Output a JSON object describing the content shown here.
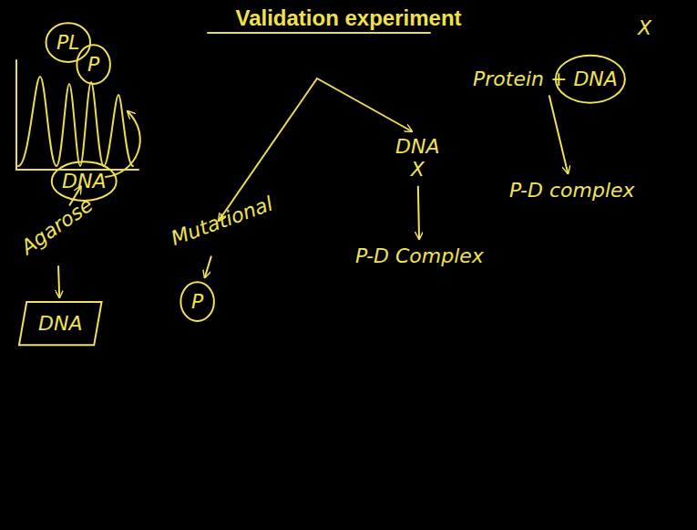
{
  "diagram": {
    "title": "Validation experiment",
    "nodes": [
      {
        "text": [
          "PL"
        ]
      },
      {
        "text": [
          "P"
        ]
      },
      {
        "text": [
          "DNA"
        ]
      },
      {
        "text": [
          "Agarose"
        ]
      },
      {
        "text": [
          "DNA"
        ]
      },
      {
        "text": [
          "Mutational"
        ]
      },
      {
        "text": [
          "P"
        ]
      },
      {
        "text": [
          "DNA",
          "X"
        ]
      },
      {
        "text": [
          "P-D Complex"
        ]
      },
      {
        "text": [
          "Protein + DNA"
        ]
      },
      {
        "text": [
          "P-D complex"
        ]
      }
    ],
    "edges": [
      {
        "from": 2,
        "to": 3,
        "arrow": "to"
      },
      {
        "from": 3,
        "to": 4,
        "arrow": "to"
      },
      {
        "from": 5,
        "to": 6,
        "arrow": "to"
      },
      {
        "from": 7,
        "to": 8,
        "arrow": "to"
      },
      {
        "from": 9,
        "to": 10,
        "arrow": "to"
      }
    ],
    "labels": [
      "X"
    ]
  }
}
